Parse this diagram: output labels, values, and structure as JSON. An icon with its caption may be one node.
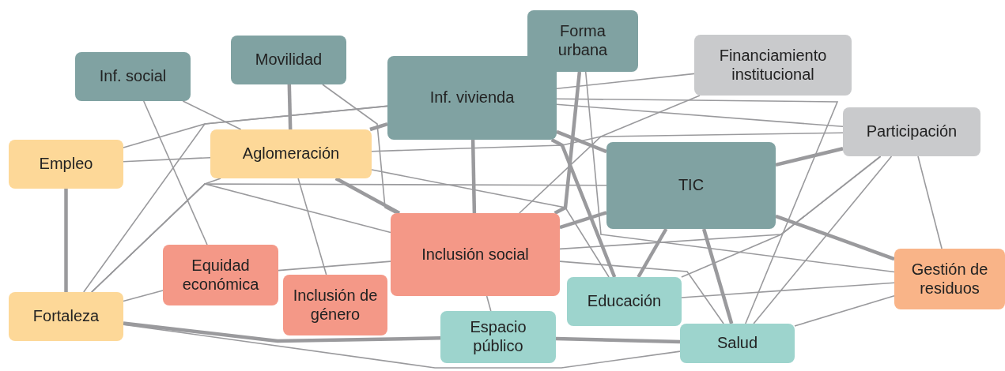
{
  "diagram": {
    "nodes": [
      {
        "text": [
          "Inf. social"
        ]
      },
      {
        "text": [
          "Movilidad"
        ]
      },
      {
        "text": [
          "Forma urbana"
        ]
      },
      {
        "text": [
          "Inf. vivienda"
        ]
      },
      {
        "text": [
          "Financiamiento institucional"
        ]
      },
      {
        "text": [
          "Empleo"
        ]
      },
      {
        "text": [
          "Aglomeración"
        ]
      },
      {
        "text": [
          "Participación"
        ]
      },
      {
        "text": [
          "TIC"
        ]
      },
      {
        "text": [
          "Equidad económica"
        ]
      },
      {
        "text": [
          "Inclusión social"
        ]
      },
      {
        "text": [
          "Inclusión de género"
        ]
      },
      {
        "text": [
          "Gestión de residuos"
        ]
      },
      {
        "text": [
          "Fortaleza"
        ]
      },
      {
        "text": [
          "Educación"
        ]
      },
      {
        "text": [
          "Espacio público"
        ]
      },
      {
        "text": [
          "Salud"
        ]
      }
    ],
    "edges": [
      {
        "from": 0,
        "to": 6,
        "arrow": "none"
      },
      {
        "from": 0,
        "to": 9,
        "arrow": "none"
      },
      {
        "from": 1,
        "to": 6,
        "arrow": "none",
        "style": "thick"
      },
      {
        "from": 1,
        "to": 10,
        "arrow": "none"
      },
      {
        "from": 5,
        "to": 3,
        "arrow": "none"
      },
      {
        "from": 5,
        "to": 6,
        "arrow": "none"
      },
      {
        "from": 5,
        "to": 13,
        "arrow": "none",
        "style": "thick"
      },
      {
        "from": 6,
        "to": 3,
        "arrow": "none",
        "style": "thick"
      },
      {
        "from": 6,
        "to": 13,
        "arrow": "none"
      },
      {
        "from": 6,
        "to": 11,
        "arrow": "none"
      },
      {
        "from": 6,
        "to": 10,
        "arrow": "none",
        "style": "thick"
      },
      {
        "from": 6,
        "to": 7,
        "arrow": "none"
      },
      {
        "from": 6,
        "to": 14,
        "arrow": "none"
      },
      {
        "from": 3,
        "to": 10,
        "arrow": "none",
        "style": "thick"
      },
      {
        "from": 3,
        "to": 14,
        "arrow": "none",
        "style": "thick"
      },
      {
        "from": 3,
        "to": 8,
        "arrow": "none",
        "style": "thick"
      },
      {
        "from": 3,
        "to": 7,
        "arrow": "none"
      },
      {
        "from": 3,
        "to": 16,
        "arrow": "none"
      },
      {
        "from": 2,
        "to": 10,
        "arrow": "none",
        "style": "thick"
      },
      {
        "from": 2,
        "to": 12,
        "arrow": "none"
      },
      {
        "from": 4,
        "to": 3,
        "arrow": "none"
      },
      {
        "from": 4,
        "to": 10,
        "arrow": "none"
      },
      {
        "from": 8,
        "to": 7,
        "arrow": "none",
        "style": "thick"
      },
      {
        "from": 8,
        "to": 12,
        "arrow": "none",
        "style": "thick"
      },
      {
        "from": 8,
        "to": 14,
        "arrow": "none",
        "style": "thick"
      },
      {
        "from": 8,
        "to": 16,
        "arrow": "none",
        "style": "thick"
      },
      {
        "from": 8,
        "to": 10,
        "arrow": "none",
        "style": "thick"
      },
      {
        "from": 8,
        "to": 13,
        "arrow": "none"
      },
      {
        "from": 7,
        "to": 10,
        "arrow": "none"
      },
      {
        "from": 7,
        "to": 14,
        "arrow": "none"
      },
      {
        "from": 7,
        "to": 16,
        "arrow": "none"
      },
      {
        "from": 7,
        "to": 12,
        "arrow": "none"
      },
      {
        "from": 14,
        "to": 12,
        "arrow": "none"
      },
      {
        "from": 16,
        "to": 12,
        "arrow": "none"
      },
      {
        "from": 10,
        "to": 15,
        "arrow": "none"
      },
      {
        "from": 9,
        "to": 10,
        "arrow": "none"
      },
      {
        "from": 13,
        "to": 10,
        "arrow": "none"
      },
      {
        "from": 13,
        "to": 9,
        "arrow": "none"
      },
      {
        "from": 13,
        "to": 3,
        "arrow": "none"
      },
      {
        "from": 13,
        "to": 15,
        "arrow": "none",
        "style": "thick"
      },
      {
        "from": 15,
        "to": 16,
        "arrow": "none",
        "style": "thick"
      },
      {
        "from": 13,
        "to": 16,
        "arrow": "none"
      },
      {
        "from": 10,
        "to": 16,
        "arrow": "none"
      }
    ]
  }
}
